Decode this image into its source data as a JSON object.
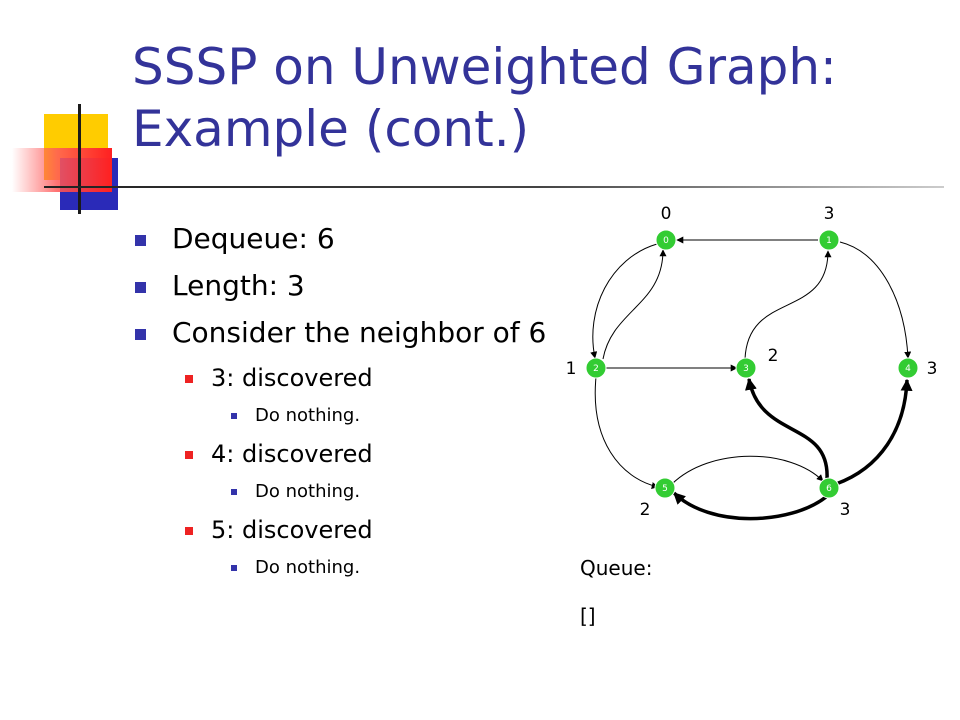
{
  "slide": {
    "title": "SSSP on Unweighted Graph: Example (cont.)",
    "bullets": {
      "dequeue": "Dequeue: 6",
      "length": "Length: 3",
      "consider": "Consider the neighbor of 6",
      "n3": "3: discovered",
      "n3_action": "Do nothing.",
      "n4": "4: discovered",
      "n4_action": "Do nothing.",
      "n5": "5: discovered",
      "n5_action": "Do nothing."
    }
  },
  "graph": {
    "node_color": "#33cc33",
    "nodes": [
      {
        "id": "0",
        "label": "0",
        "distance": "0"
      },
      {
        "id": "1",
        "label": "1",
        "distance": "3"
      },
      {
        "id": "2",
        "label": "2",
        "distance": "1"
      },
      {
        "id": "3",
        "label": "3",
        "distance": "2"
      },
      {
        "id": "4",
        "label": "4",
        "distance": "3"
      },
      {
        "id": "5",
        "label": "5",
        "distance": "2"
      },
      {
        "id": "6",
        "label": "6",
        "distance": "3"
      }
    ],
    "edges": [
      {
        "from": "0",
        "to": "2",
        "highlighted": false
      },
      {
        "from": "2",
        "to": "0",
        "highlighted": false
      },
      {
        "from": "1",
        "to": "0",
        "highlighted": false
      },
      {
        "from": "1",
        "to": "4",
        "highlighted": false
      },
      {
        "from": "2",
        "to": "3",
        "highlighted": false
      },
      {
        "from": "3",
        "to": "1",
        "highlighted": false
      },
      {
        "from": "2",
        "to": "5",
        "highlighted": false
      },
      {
        "from": "5",
        "to": "6",
        "highlighted": false
      },
      {
        "from": "6",
        "to": "3",
        "highlighted": true
      },
      {
        "from": "6",
        "to": "4",
        "highlighted": true
      },
      {
        "from": "6",
        "to": "5",
        "highlighted": true
      }
    ]
  },
  "queue": {
    "label": "Queue:",
    "value": "[]"
  }
}
